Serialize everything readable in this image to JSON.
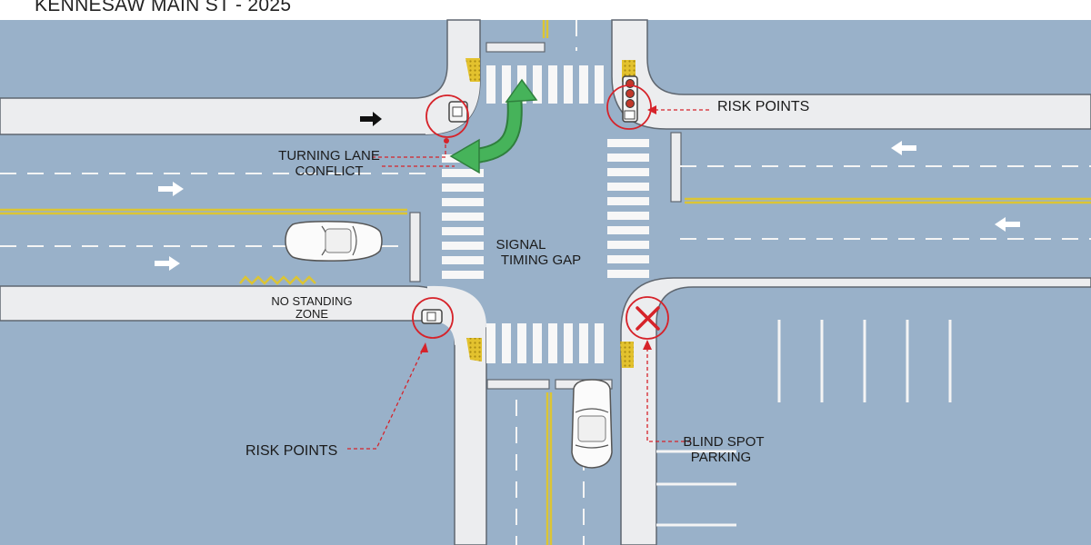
{
  "title": "KENNESAW MAIN ST - 2025",
  "labels": {
    "turning_lane_line1": "TURNING LANE",
    "turning_lane_line2": "CONFLICT",
    "risk_points_top": "RISK POINTS",
    "risk_points_bottom": "RISK POINTS",
    "signal_line1": "SIGNAL",
    "signal_line2": "TIMING GAP",
    "no_standing_line1": "NO STANDING",
    "no_standing_line2": "ZONE",
    "blind_spot_line1": "BLIND SPOT",
    "blind_spot_line2": "PARKING"
  },
  "colors": {
    "road": "#99b1c9",
    "sidewalk": "#ecedef",
    "risk": "#d6232a",
    "turn_arrow": "#3fab52",
    "yellow_line": "#dcc534"
  },
  "icons": [
    "traffic-signal-icon",
    "no-entry-x-icon",
    "turn-arrow-icon",
    "car-icon",
    "direction-arrow-icon"
  ]
}
